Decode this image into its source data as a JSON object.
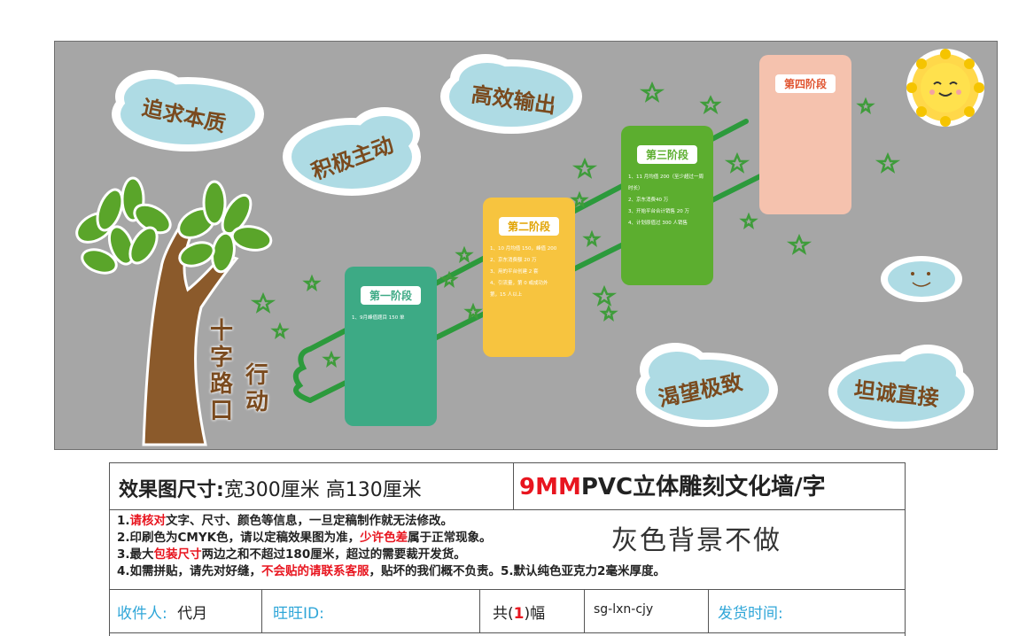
{
  "clouds": {
    "c1": "追求本质",
    "c2": "积极主动",
    "c3": "高效输出",
    "c4": "渴望极致",
    "c5": "坦诚直接"
  },
  "title_vertical": {
    "col1": [
      "十",
      "字",
      "路",
      "口"
    ],
    "col2": [
      "行",
      "动"
    ]
  },
  "stages": [
    {
      "title": "第一阶段",
      "color": "#3daa85",
      "title_color": "#3daa85",
      "items": [
        "1、9月峰值题目 150 单"
      ]
    },
    {
      "title": "第二阶段",
      "color": "#f7c43f",
      "title_color": "#e1a300",
      "items": [
        "1、10 月均值 150，峰值 200",
        "2、京东消费额 20 万",
        "3、用的平台创建 2 套",
        "4、引流量，第 0 或成功外",
        "第，15 人以上"
      ]
    },
    {
      "title": "第三阶段",
      "color": "#5cae2f",
      "title_color": "#5cae2f",
      "items": [
        "1、11 月均值 200（至少超过一周时长）",
        "2、京东消费40 万",
        "3、开始平台合计销售 20 万",
        "4、计划原值过 300 人销售"
      ]
    },
    {
      "title": "第四阶段",
      "color": "#f5c2ae",
      "title_color": "#e0532f",
      "items": []
    }
  ],
  "info": {
    "size_label": "效果图尺寸:",
    "size_value": "宽300厘米  高130厘米",
    "material_red": "9MM",
    "material_rest": "PVC立体雕刻文化墙/字",
    "line1_pre": "1.",
    "line1_red": "请核对",
    "line1_post": "文字、尺寸、颜色等信息，一旦定稿制作就无法修改。",
    "line2_pre": "2.印刷色为CMYK色，请以定稿效果图为准，",
    "line2_red": "少许色差",
    "line2_post": "属于正常现象。",
    "line3_pre": "3.最大",
    "line3_red": "包装尺寸",
    "line3_post": "两边之和不超过180厘米，超过的需要裁开发货。",
    "line4_pre": "4.如需拼贴，请先对好缝，",
    "line4_red": "不会贴的请联系客服",
    "line4_post": "，贴坏的我们概不负责。5.默认纯色亚克力2毫米厚度。",
    "note": "灰色背景不做",
    "receiver_label": "收件人:",
    "receiver_value": "代月",
    "wangwang_label": "旺旺ID:",
    "count_pre": "共(",
    "count_value": "1",
    "count_post": ")幅",
    "code": "sg-lxn-cjy",
    "ship_label": "发货时间:"
  },
  "colors": {
    "board": "#a6a6a6",
    "cloud": "#aedbe4",
    "cloud_text": "#7a4a1e",
    "path_green": "#2c9a3c",
    "star_green": "#3f9c3b",
    "accent_red": "#e8151f",
    "label_blue": "#2fa6d8"
  }
}
